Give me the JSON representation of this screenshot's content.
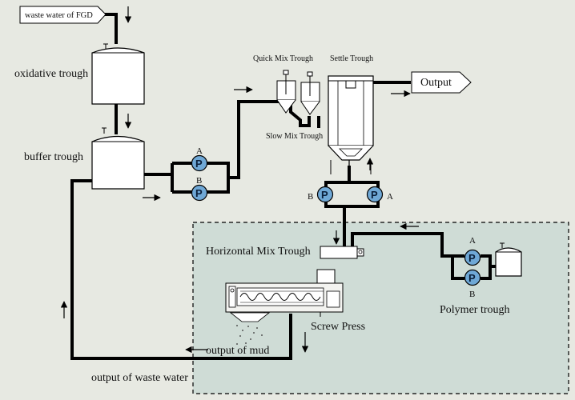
{
  "labels": {
    "waste_water_fgd": "waste water of FGD",
    "oxidative_trough": "oxidative trough",
    "buffer_trough": "buffer trough",
    "quick_mix_trough": "Quick Mix Trough",
    "settle_trough": "Settle Trough",
    "slow_mix_trough": "Slow Mix Trough",
    "output": "Output",
    "horizontal_mix_trough": "Horizontal Mix Trough",
    "polymer_trough": "Polymer trough",
    "screw_press": "Screw Press",
    "output_of_mud": "output of mud",
    "output_of_waste_water": "output of waste water"
  },
  "pumps": {
    "symbol": "P",
    "labels": {
      "a": "A",
      "b": "B"
    }
  },
  "colors": {
    "background": "#e7e9e2",
    "teal_panel": "#cfdcd6",
    "pump_fill": "#6fa8d6",
    "pipe": "#000000"
  }
}
